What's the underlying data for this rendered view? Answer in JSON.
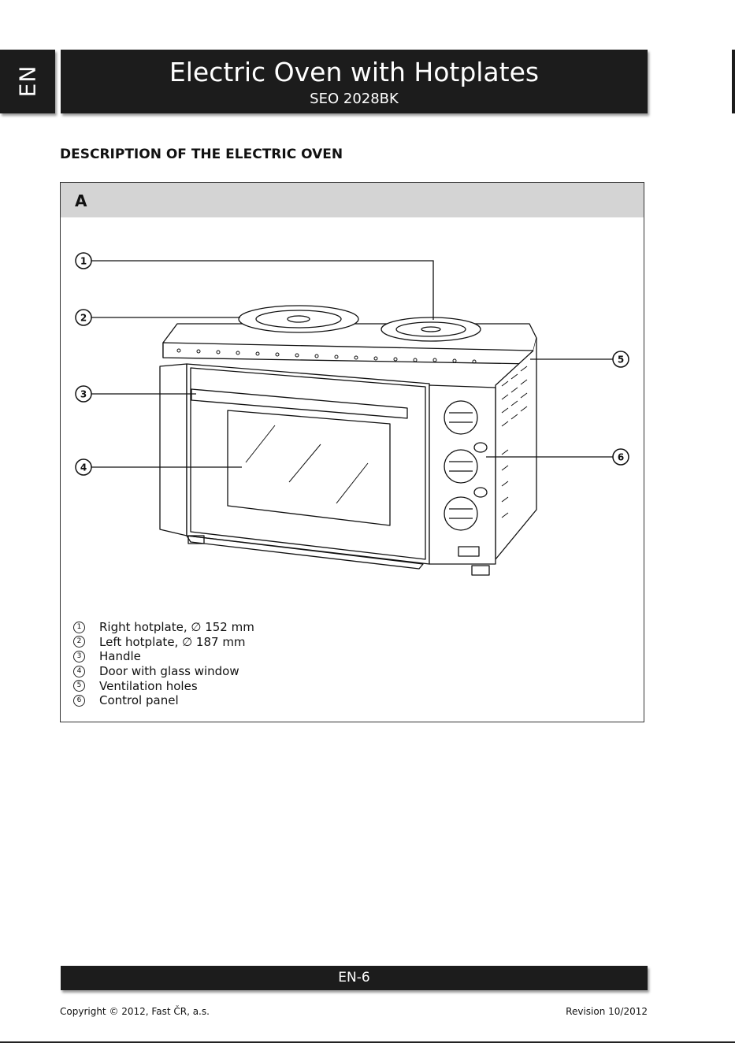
{
  "language_tab": "EN",
  "header": {
    "title": "Electric Oven with Hotplates",
    "model": "SEO 2028BK"
  },
  "section_title": "DESCRIPTION OF THE ELECTRIC OVEN",
  "figure": {
    "label": "A",
    "callouts": [
      "1",
      "2",
      "3",
      "4",
      "5",
      "6"
    ]
  },
  "legend": [
    {
      "num": "1",
      "text": "Right hotplate, ∅ 152 mm"
    },
    {
      "num": "2",
      "text": "Left hotplate, ∅ 187 mm"
    },
    {
      "num": "3",
      "text": "Handle"
    },
    {
      "num": "4",
      "text": "Door with glass window"
    },
    {
      "num": "5",
      "text": "Ventilation holes"
    },
    {
      "num": "6",
      "text": "Control panel"
    }
  ],
  "footer": {
    "page": "EN-6",
    "copyright": "Copyright © 2012, Fast ČR, a.s.",
    "revision": "Revision 10/2012"
  }
}
